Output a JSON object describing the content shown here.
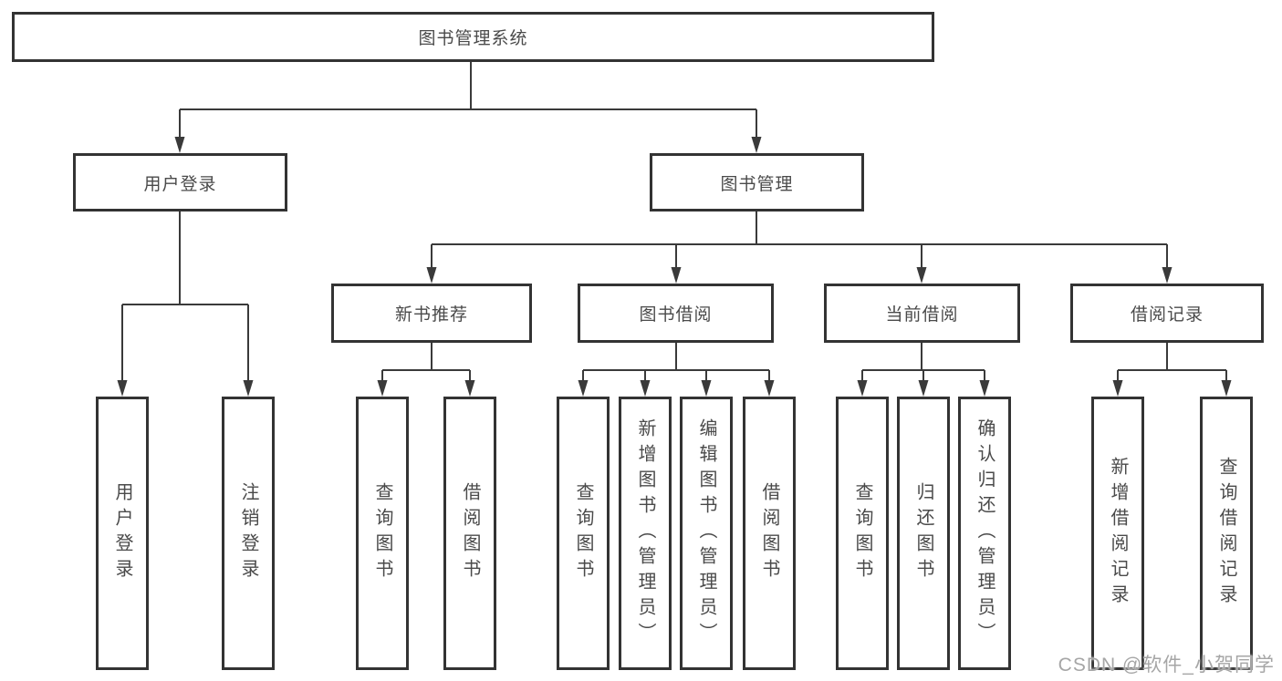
{
  "diagram": {
    "title": "图书管理系统",
    "level2": {
      "login": "用户登录",
      "book_mgmt": "图书管理"
    },
    "level3": {
      "new_book": "新书推荐",
      "book_borrow": "图书借阅",
      "current_borrow": "当前借阅",
      "borrow_record": "借阅记录"
    },
    "leaves": {
      "login": [
        "用户登录",
        "注销登录"
      ],
      "new_book": [
        "查询图书",
        "借阅图书"
      ],
      "book_borrow": [
        "查询图书",
        "新增图书（管理员）",
        "编辑图书（管理员）",
        "借阅图书"
      ],
      "current_borrow": [
        "查询图书",
        "归还图书",
        "确认归还（管理员）"
      ],
      "borrow_record": [
        "新增借阅记录",
        "查询借阅记录"
      ]
    },
    "watermark": "CSDN @软件_小贺同学",
    "colors": {
      "line": "#3a3a3a",
      "border": "#333333",
      "text": "#4a4a4a",
      "watermark": "#a6a6a6",
      "background": "#ffffff"
    }
  }
}
